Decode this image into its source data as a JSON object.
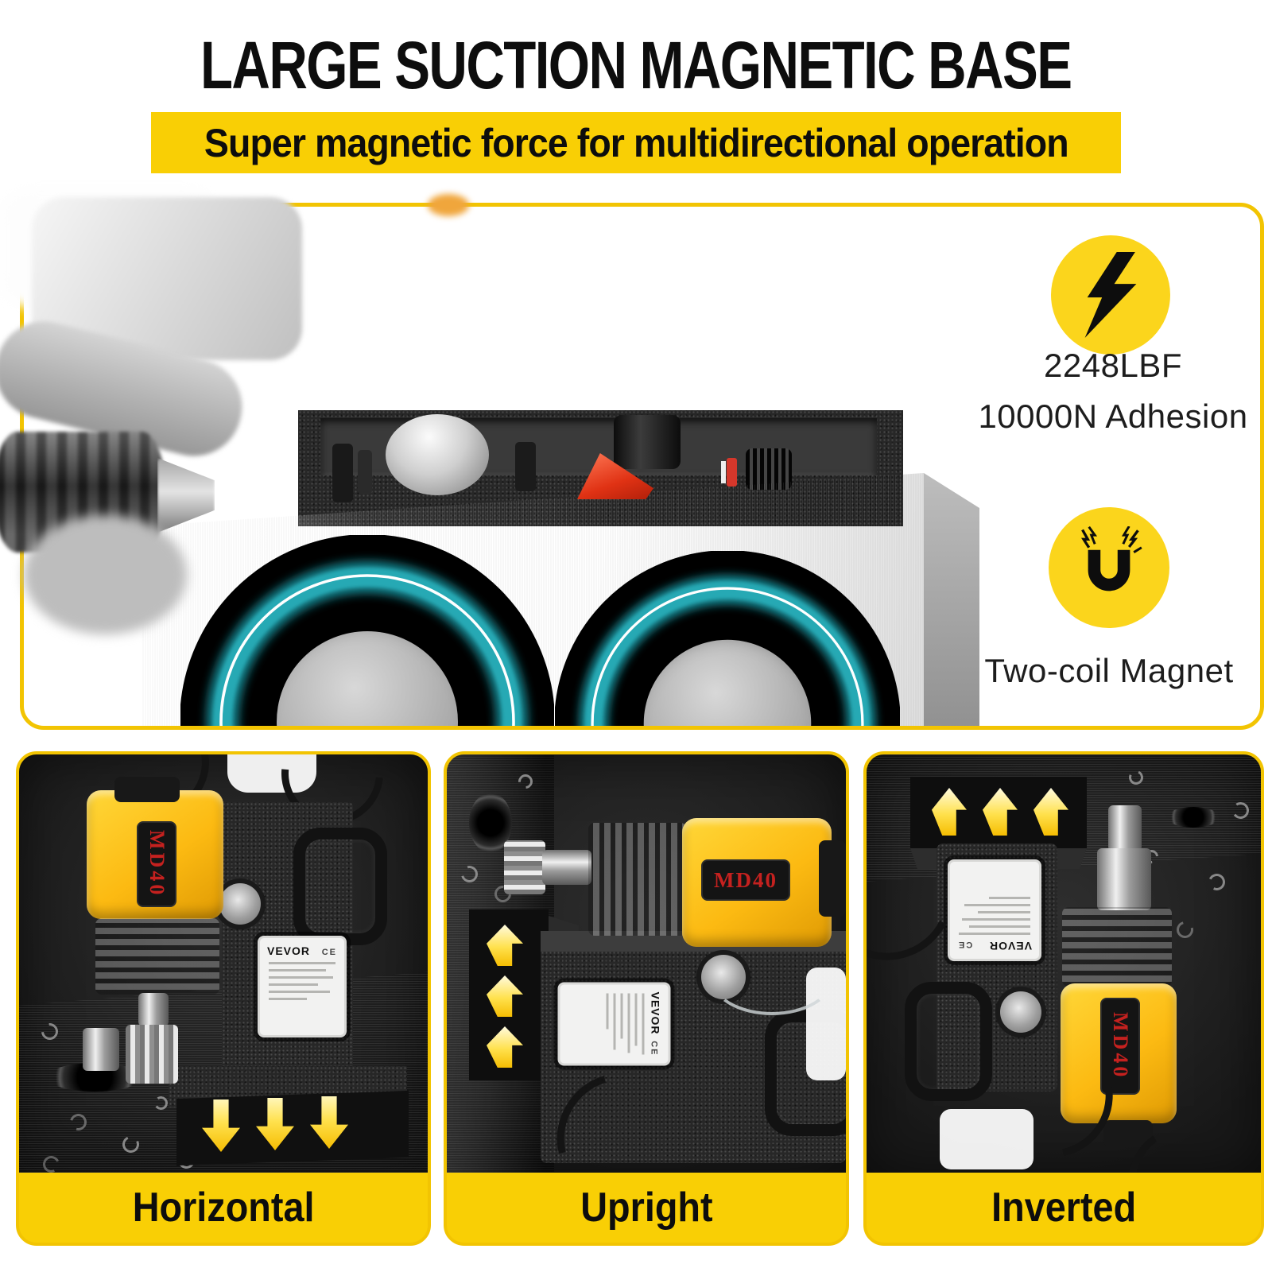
{
  "title": "LARGE SUCTION MAGNETIC BASE",
  "banner": {
    "text": "Super magnetic force for multidirectional operation"
  },
  "features": {
    "force": {
      "icon": "lightning-icon",
      "value": "2248LBF",
      "detail": "10000N Adhesion"
    },
    "magnet": {
      "icon": "magnet-icon",
      "label": "Two-coil Magnet"
    }
  },
  "panels": [
    {
      "label": "Horizontal"
    },
    {
      "label": "Upright"
    },
    {
      "label": "Inverted"
    }
  ],
  "product": {
    "brand": "VEVOR",
    "model": "MD40",
    "cert": "CE"
  },
  "colors": {
    "brand_yellow": "#F9CF05",
    "coil_teal": "#1E98A2",
    "model_red": "#C5211F",
    "arrow_yellow": "#F5BD02"
  }
}
